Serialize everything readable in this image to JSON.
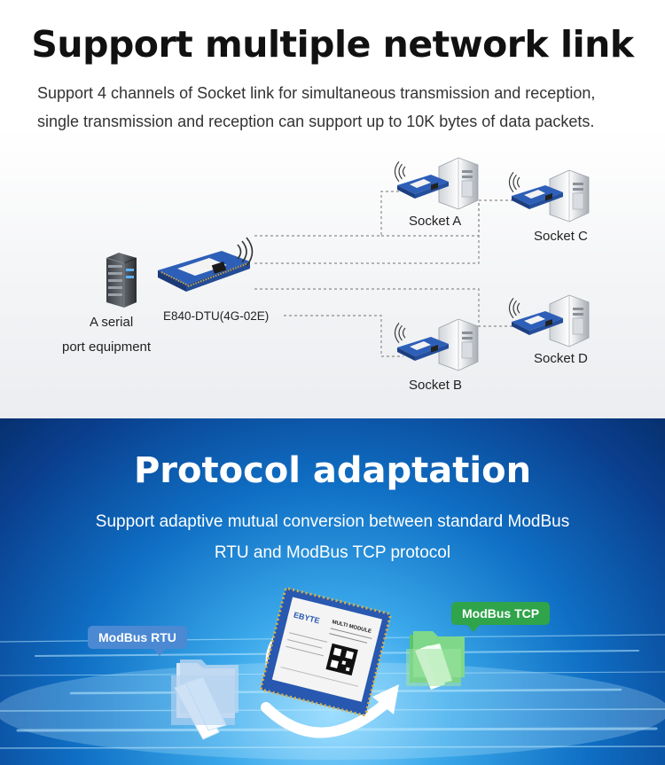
{
  "section1": {
    "title": "Support multiple network link",
    "description_line1": "Support 4 channels of Socket link for simultaneous transmission and reception,",
    "description_line2": "single transmission and reception can support up to 10K bytes of data packets.",
    "device_label": "E840-DTU(4G-02E)",
    "equipment_label_line1": "A serial",
    "equipment_label_line2": "port equipment",
    "sockets": {
      "a": "Socket A",
      "b": "Socket B",
      "c": "Socket C",
      "d": "Socket D"
    },
    "icons": [
      "server-icon",
      "dtu-module-icon",
      "wifi-signal-icon"
    ]
  },
  "section2": {
    "title": "Protocol adaptation",
    "description_line1": "Support adaptive mutual conversion between standard ModBus",
    "description_line2": "RTU and ModBus TCP protocol",
    "rtu_label": "ModBus RTU",
    "tcp_label": "ModBus TCP",
    "module_brand": "EBYTE",
    "module_text": "MULTI MODULE",
    "icons": [
      "folder-icon",
      "circular-arrows-icon",
      "module-chip-icon"
    ]
  },
  "colors": {
    "rtu_badge": "#4c89d3",
    "tcp_badge": "#2fa44a",
    "bottom_bg": "#0f6fc4",
    "module_board": "#2858b0"
  }
}
